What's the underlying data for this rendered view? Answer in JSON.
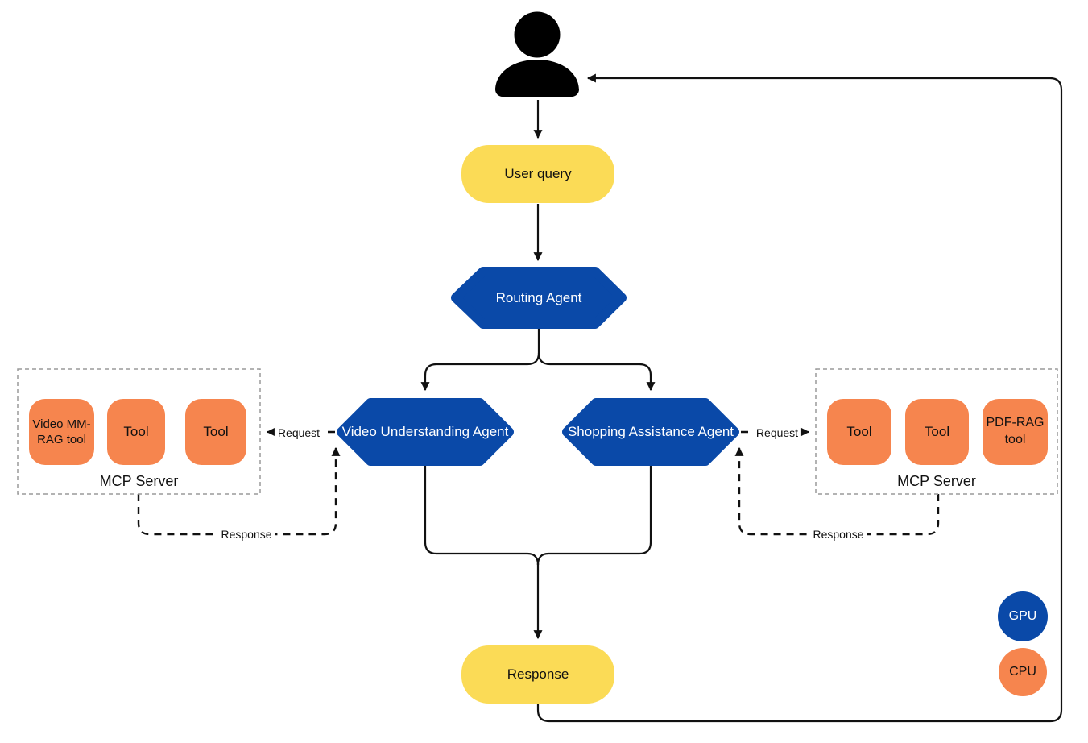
{
  "nodes": {
    "user_query": "User query",
    "routing_agent": "Routing Agent",
    "video_agent": "Video Understanding Agent",
    "shopping_agent": "Shopping Assistance Agent",
    "response": "Response"
  },
  "mcp_left": {
    "label": "MCP Server",
    "tools": [
      "Video MM-RAG tool",
      "Tool",
      "Tool"
    ]
  },
  "mcp_right": {
    "label": "MCP Server",
    "tools": [
      "Tool",
      "Tool",
      "PDF-RAG tool"
    ]
  },
  "edges": {
    "request_left": "Request",
    "response_left": "Response",
    "request_right": "Request",
    "response_right": "Response"
  },
  "legend": {
    "gpu": "GPU",
    "cpu": "CPU"
  },
  "icons": {
    "user": "person-icon"
  },
  "colors": {
    "agent_blue": "#0A49A8",
    "tool_orange": "#F6854E",
    "io_yellow": "#FBDB56",
    "line_black": "#111111",
    "mcp_border": "#9A9A9A",
    "gpu_blue": "#0A49A8",
    "cpu_orange": "#F6854E",
    "agent_text": "#FFFFFF"
  }
}
